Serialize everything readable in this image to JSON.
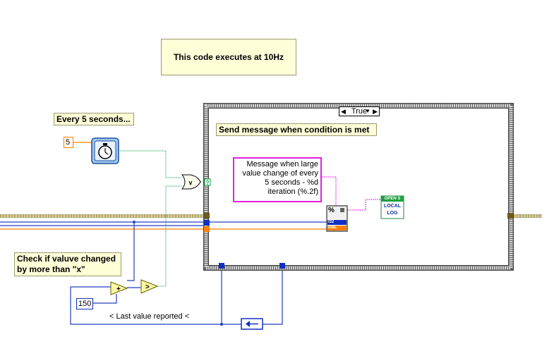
{
  "notes": {
    "rate_note": "This code executes at 10Hz",
    "every5_note": "Every 5 seconds...",
    "condition_note": "Send message when condition is met",
    "check_note": "Check if valuve changed by more than \"x\""
  },
  "constants": {
    "interval": "5",
    "threshold": "150"
  },
  "case_structure": {
    "selector_value": "True"
  },
  "message_string": "Message when large\nvalue change of every\n5 seconds - %d\niteration (%.2f)",
  "format_node": {
    "label": "%",
    "in_label": "I32",
    "dbl_label": "DBL"
  },
  "log_vi": {
    "line1": "OPEN S",
    "line2": "LOCAL",
    "line3": "LOG"
  },
  "shift_register_label": "< Last value reported <",
  "colors": {
    "wire_orange": "#ff8000",
    "wire_blue": "#2040c0",
    "wire_green": "#00a040",
    "wire_error": "#6b5b1e",
    "wire_pink": "#e020e0",
    "note_bg": "#ffffd8"
  },
  "icons": {
    "timer": "stopwatch-icon",
    "or": "or-gate-icon",
    "add": "add-icon",
    "compare": "greater-than-icon",
    "format": "format-into-string-icon",
    "log": "log-vi-icon",
    "feedback": "feedback-node-icon"
  }
}
